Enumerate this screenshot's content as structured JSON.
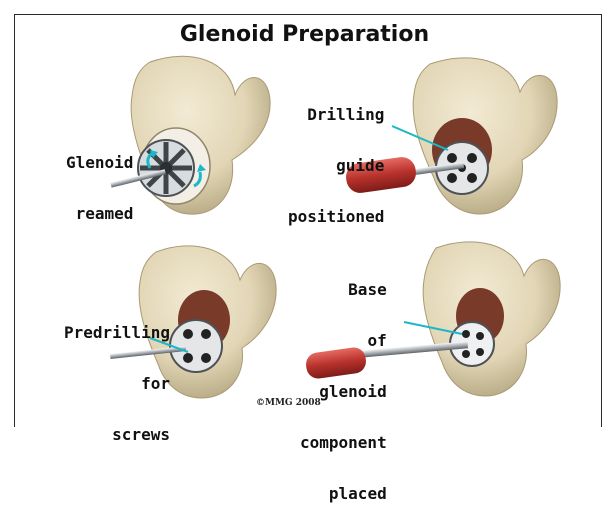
{
  "figure": {
    "title": "Glenoid Preparation",
    "copyright": "©MMG 2008"
  },
  "panels": [
    {
      "label_lines": [
        "Glenoid",
        "reamed"
      ]
    },
    {
      "label_lines": [
        "Drilling",
        "guide",
        "positioned"
      ]
    },
    {
      "label_lines": [
        "Predrilling",
        "for",
        "screws"
      ]
    },
    {
      "label_lines": [
        "Base",
        "of",
        "glenoid",
        "component",
        "placed"
      ]
    }
  ],
  "colors": {
    "bone": "#e6dcc0",
    "bone_shadow": "#b9ac88",
    "tissue": "#7a3a2a",
    "leader": "#1bb8c8",
    "handle": "#c2453f",
    "metal": "#cfd3d6"
  }
}
